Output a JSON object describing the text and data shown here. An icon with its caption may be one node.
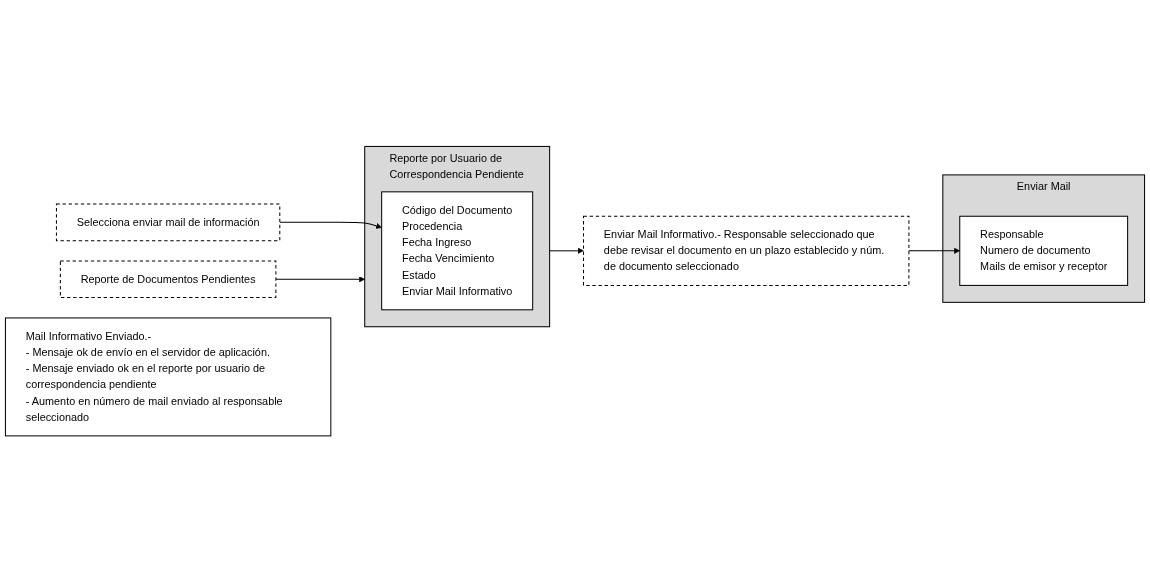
{
  "diagram": {
    "nodes": [
      {
        "text": [
          "Reporte de Documentos Pendientes"
        ]
      },
      {
        "text": [
          "Selecciona enviar mail de información"
        ]
      },
      {
        "text": [
          "Reporte por Usuario de Correspondencia Pendiente"
        ]
      },
      {
        "text": [
          "Código del Documento",
          "Procedencia",
          "Fecha Ingreso",
          "Fecha Vencimiento",
          "Estado",
          "Enviar Mail Informativo"
        ],
        "in": 2
      },
      {
        "text": [
          "Enviar Mail Informativo.- Responsable seleccionado que debe revisar el documento en un plazo establecido y núm. de documento seleccionado"
        ]
      },
      {
        "text": [
          "Mail Informativo Enviado.-",
          "- Mensaje ok de envío en el servidor de aplicación.",
          "- Mensaje enviado ok en el reporte por usuario de correspondencia pendiente",
          "- Aumento en número de mail enviado al responsable seleccionado"
        ]
      },
      {
        "text": [
          "Enviar Mail"
        ]
      },
      {
        "text": [
          "Responsable",
          "Numero de documento",
          "Mails de emisor y receptor"
        ],
        "in": 6
      }
    ],
    "edges": [
      {
        "from": 0,
        "to": 2,
        "arrow": "to"
      },
      {
        "from": 1,
        "to": 3,
        "arrow": "to"
      },
      {
        "from": 2,
        "to": 4,
        "arrow": "to"
      },
      {
        "from": 4,
        "to": 7,
        "arrow": "to"
      }
    ]
  }
}
